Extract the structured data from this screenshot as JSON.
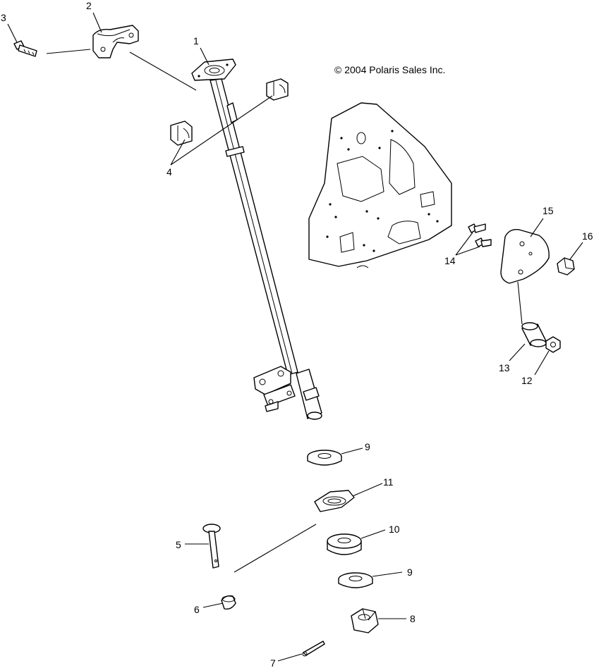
{
  "diagram": {
    "copyright": "© 2004 Polaris Sales Inc.",
    "callouts": {
      "c1": "1",
      "c2": "2",
      "c3": "3",
      "c4": "4",
      "c5": "5",
      "c6": "6",
      "c7": "7",
      "c8": "8",
      "c9a": "9",
      "c9b": "9",
      "c10": "10",
      "c11": "11",
      "c12": "12",
      "c13": "13",
      "c14": "14",
      "c15": "15",
      "c16": "16"
    }
  }
}
